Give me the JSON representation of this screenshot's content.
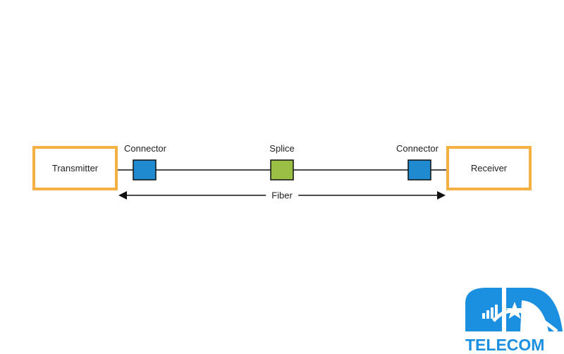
{
  "diagram": {
    "transmitter_label": "Transmitter",
    "receiver_label": "Receiver",
    "connector_left_label": "Connector",
    "splice_label": "Splice",
    "connector_right_label": "Connector",
    "fiber_label": "Fiber"
  },
  "colors": {
    "endpoint_border": "#f5b042",
    "connector_fill": "#1f8ad0",
    "splice_fill": "#9bbf45",
    "line": "#111111",
    "logo": "#1b8fe0"
  },
  "logo": {
    "text": "TELECOM"
  }
}
